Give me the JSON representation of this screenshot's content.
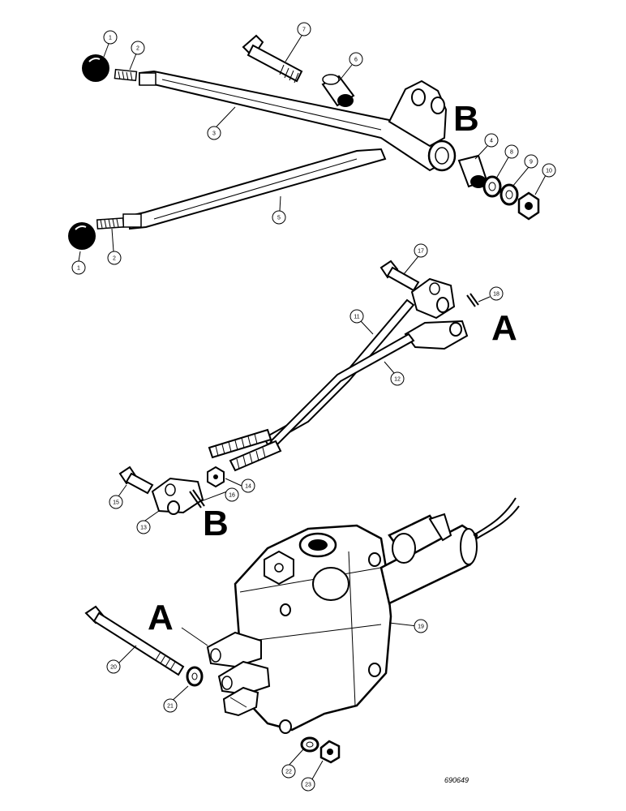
{
  "callouts": [
    {
      "id": "c1a",
      "label": "1"
    },
    {
      "id": "c2a",
      "label": "2"
    },
    {
      "id": "c7",
      "label": "7"
    },
    {
      "id": "c6",
      "label": "6"
    },
    {
      "id": "c3",
      "label": "3"
    },
    {
      "id": "c4",
      "label": "4"
    },
    {
      "id": "c8",
      "label": "8"
    },
    {
      "id": "c9",
      "label": "9"
    },
    {
      "id": "c10",
      "label": "10"
    },
    {
      "id": "c5",
      "label": "5"
    },
    {
      "id": "c1b",
      "label": "1"
    },
    {
      "id": "c2b",
      "label": "2"
    },
    {
      "id": "c17",
      "label": "17"
    },
    {
      "id": "c18",
      "label": "18"
    },
    {
      "id": "c11",
      "label": "11"
    },
    {
      "id": "c12",
      "label": "12"
    },
    {
      "id": "c15",
      "label": "15"
    },
    {
      "id": "c16",
      "label": "16"
    },
    {
      "id": "c14",
      "label": "14"
    },
    {
      "id": "c13",
      "label": "13"
    },
    {
      "id": "c19",
      "label": "19"
    },
    {
      "id": "c20",
      "label": "20"
    },
    {
      "id": "c21",
      "label": "21"
    },
    {
      "id": "c22",
      "label": "22"
    },
    {
      "id": "c23",
      "label": "23"
    }
  ],
  "reference_letters": [
    {
      "id": "B-top",
      "text": "B"
    },
    {
      "id": "A-mid",
      "text": "A"
    },
    {
      "id": "B-bottom",
      "text": "B"
    },
    {
      "id": "A-valve",
      "text": "A"
    }
  ],
  "figure_code": "690649"
}
